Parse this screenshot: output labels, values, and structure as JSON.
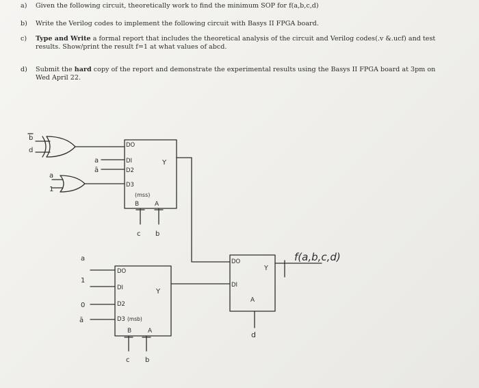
{
  "questions": {
    "a": {
      "label": "a)",
      "text": "Given the following circuit, theoretically work to find the minimum SOP for f(a,b,c,d)"
    },
    "b": {
      "label": "b)",
      "text": "Write the Verilog codes to implement the following circuit with Basys II FPGA board."
    },
    "c": {
      "label": "c)",
      "text_bold": "Type and Write",
      "text_rest": " a formal report that includes the theoretical analysis of the circuit and Verilog codes(.v &.ucf) and test results. Show/print the result f=1 at what values of abcd."
    },
    "d": {
      "label": "d)",
      "text_pre": "Submit the ",
      "text_bold": "hard",
      "text_rest": " copy of the report and demonstrate the experimental results using the Basys II FPGA board at 3pm on Wed April 22."
    }
  },
  "circuit": {
    "mux1": {
      "inputs": [
        "DO",
        "DI",
        "D2",
        "D3"
      ],
      "title": "(mss)",
      "output": "Y",
      "selects": [
        "B",
        "A"
      ],
      "select_signals": [
        "c",
        "b"
      ],
      "input_signals": [
        "a",
        "ā"
      ],
      "xnor_inputs": [
        "b",
        "d"
      ],
      "gate2_inputs": [
        "a",
        "1"
      ]
    },
    "mux2": {
      "inputs": [
        "DO",
        "DI",
        "D2",
        "D3"
      ],
      "title": "(msb)",
      "output": "Y",
      "selects": [
        "B",
        "A"
      ],
      "select_signals": [
        "c",
        "b"
      ],
      "input_signals": [
        "a",
        "1",
        "0",
        "ā"
      ]
    },
    "mux3": {
      "inputs": [
        "DO",
        "DI"
      ],
      "output": "Y",
      "select": "A",
      "select_signal": "d"
    },
    "output_label": "f(a,b,c,d)"
  }
}
